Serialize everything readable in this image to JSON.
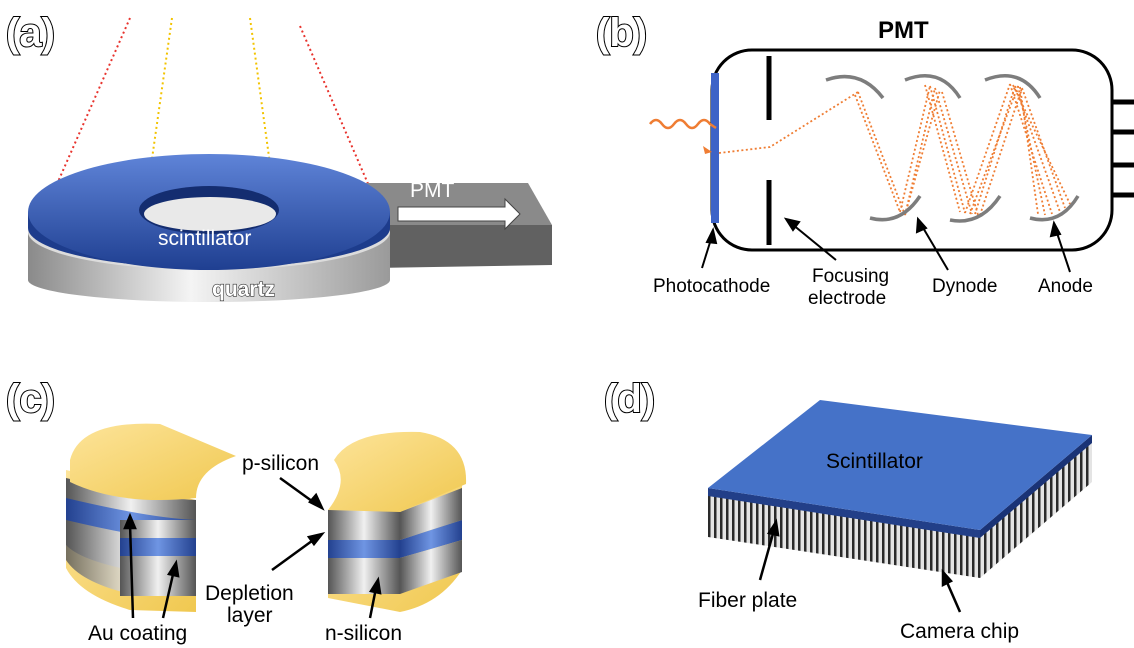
{
  "panels": {
    "a": {
      "letter": "(a)",
      "labels": {
        "scintillator": "scintillator",
        "quartz": "quartz",
        "pmt": "PMT"
      }
    },
    "b": {
      "letter": "(b)",
      "title": "PMT",
      "labels": {
        "photocathode": "Photocathode",
        "focusing_line1": "Focusing",
        "focusing_line2": "electrode",
        "dynode": "Dynode",
        "anode": "Anode"
      }
    },
    "c": {
      "letter": "(c)",
      "labels": {
        "p_silicon": "p-silicon",
        "depletion_line1": "Depletion",
        "depletion_line2": "layer",
        "au_coating": "Au coating",
        "n_silicon": "n-silicon"
      }
    },
    "d": {
      "letter": "(d)",
      "labels": {
        "scintillator": "Scintillator",
        "fiber_plate": "Fiber plate",
        "camera_chip": "Camera chip"
      }
    }
  },
  "colors": {
    "scintillator_blue": "#2f56b8",
    "orange_beam": "#ef7d33",
    "gold": "#f3d060",
    "grey": "#6d6d6d",
    "red_dotted": "#e8332d",
    "yellow_dotted": "#f2c300"
  }
}
